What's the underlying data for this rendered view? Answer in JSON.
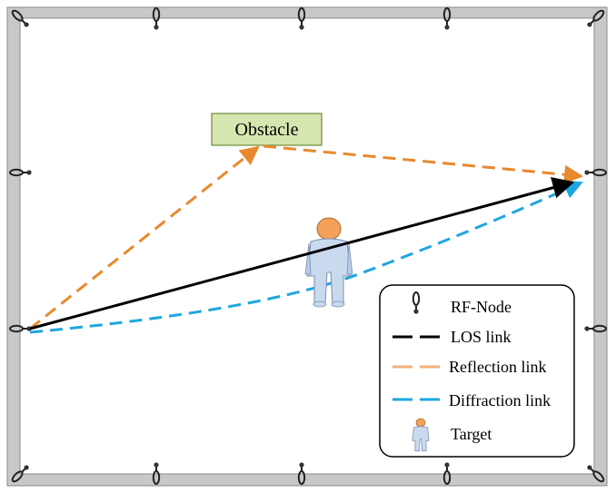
{
  "diagram": {
    "obstacle_label": "Obstacle",
    "rf_node_icon": "antenna-node-icon",
    "target_icon": "person-figure-icon",
    "links": [
      {
        "id": "los",
        "name": "LOS link",
        "color": "#000000",
        "style": "solid"
      },
      {
        "id": "reflection",
        "name": "Reflection link",
        "color": "#E8892E",
        "style": "dashed"
      },
      {
        "id": "diffraction",
        "name": "Diffraction link",
        "color": "#1EA7DF",
        "style": "dashed"
      }
    ]
  },
  "legend": {
    "rf_node": "RF-Node",
    "los": "LOS link",
    "reflection": "Reflection link",
    "diffraction": "Diffraction link",
    "target": "Target"
  },
  "colors": {
    "frame": "#c8c8c8",
    "frame_border": "#8a8a8a",
    "obstacle_fill": "#d6e6b0",
    "obstacle_border": "#6d8a3a",
    "los": "#000000",
    "reflection": "#E8892E",
    "reflection_legend": "#F2B07A",
    "diffraction": "#1EA7DF",
    "person_body": "#c9d9ee",
    "person_head": "#f2a05a"
  }
}
